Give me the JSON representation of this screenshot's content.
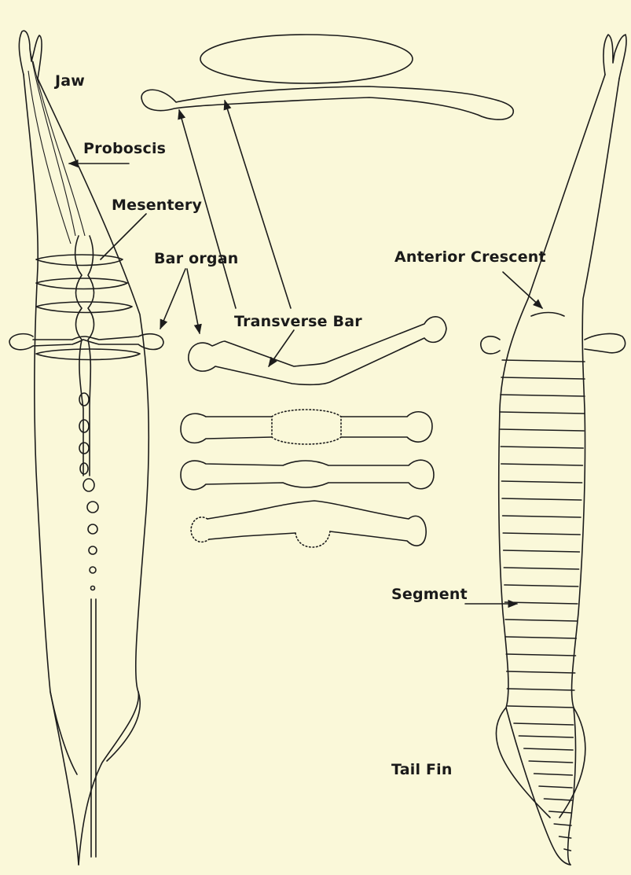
{
  "labels": {
    "jaw": "Jaw",
    "proboscis": "Proboscis",
    "mesentery": "Mesentery",
    "bar_organ": "Bar organ",
    "transverse_bar": "Transverse Bar",
    "anterior_crescent": "Anterior Crescent",
    "segment": "Segment",
    "tail_fin": "Tail Fin"
  },
  "colors": {
    "paper": "#faf8d9",
    "ink": "#1c1c1c"
  }
}
